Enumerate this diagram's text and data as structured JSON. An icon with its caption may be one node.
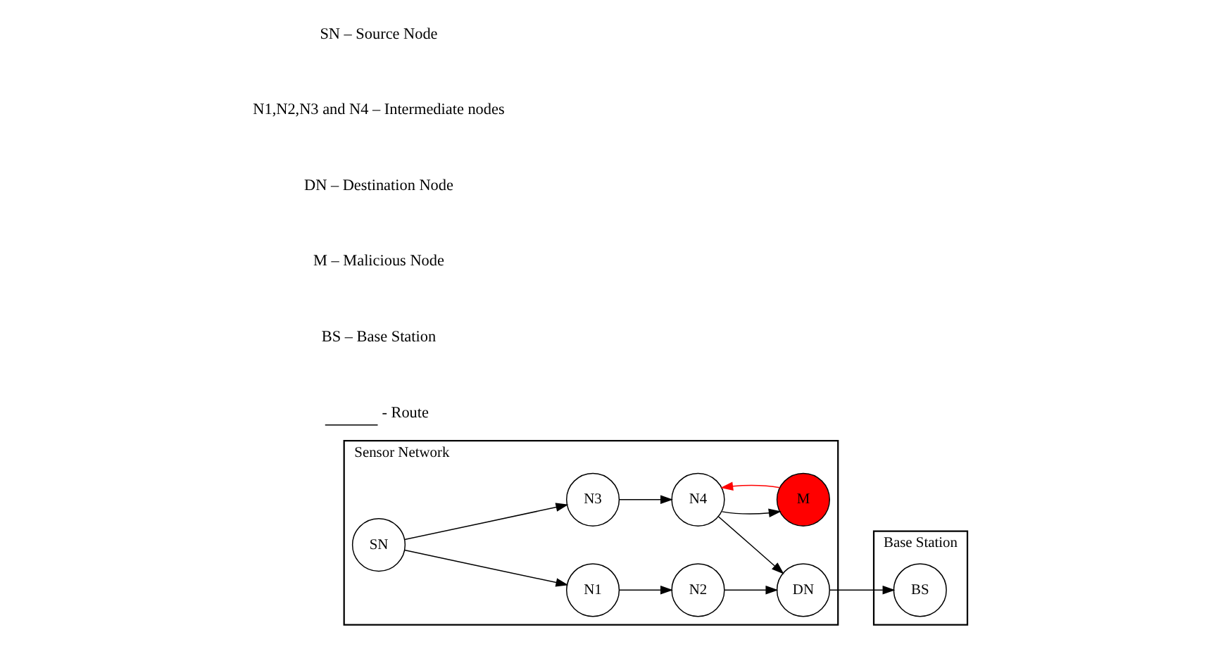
{
  "diagram": {
    "nodes": [
      {
        "text": [
          "Sensor Network"
        ]
      },
      {
        "text": [
          "SN"
        ],
        "in": 0
      },
      {
        "text": [
          "N1"
        ],
        "in": 0
      },
      {
        "text": [
          "N2"
        ],
        "in": 0
      },
      {
        "text": [
          "N3"
        ],
        "in": 0
      },
      {
        "text": [
          "N4"
        ],
        "in": 0
      },
      {
        "text": [
          "DN"
        ],
        "in": 0
      },
      {
        "text": [
          "M"
        ],
        "in": 0
      },
      {
        "text": [
          "Base Station"
        ]
      },
      {
        "text": [
          "BS"
        ],
        "in": 8
      }
    ],
    "edges": [
      {
        "from": 1,
        "to": 2,
        "arrow": "to"
      },
      {
        "from": 1,
        "to": 4,
        "arrow": "to"
      },
      {
        "from": 2,
        "to": 3,
        "arrow": "to"
      },
      {
        "from": 4,
        "to": 5,
        "arrow": "to"
      },
      {
        "from": 3,
        "to": 6,
        "arrow": "to"
      },
      {
        "from": 5,
        "to": 6,
        "arrow": "to"
      },
      {
        "from": 5,
        "to": 7,
        "arrow": "to"
      },
      {
        "from": 7,
        "to": 5,
        "arrow": "to",
        "color": "#ff0000"
      },
      {
        "from": 6,
        "to": 9,
        "arrow": "to"
      }
    ],
    "labels": [
      "SN – Source Node",
      "N1,N2,N3 and N4 – Intermediate nodes",
      "DN – Destination Node",
      "M – Malicious Node",
      "BS – Base Station"
    ],
    "legend": [
      {
        "text": "- Route"
      }
    ]
  }
}
